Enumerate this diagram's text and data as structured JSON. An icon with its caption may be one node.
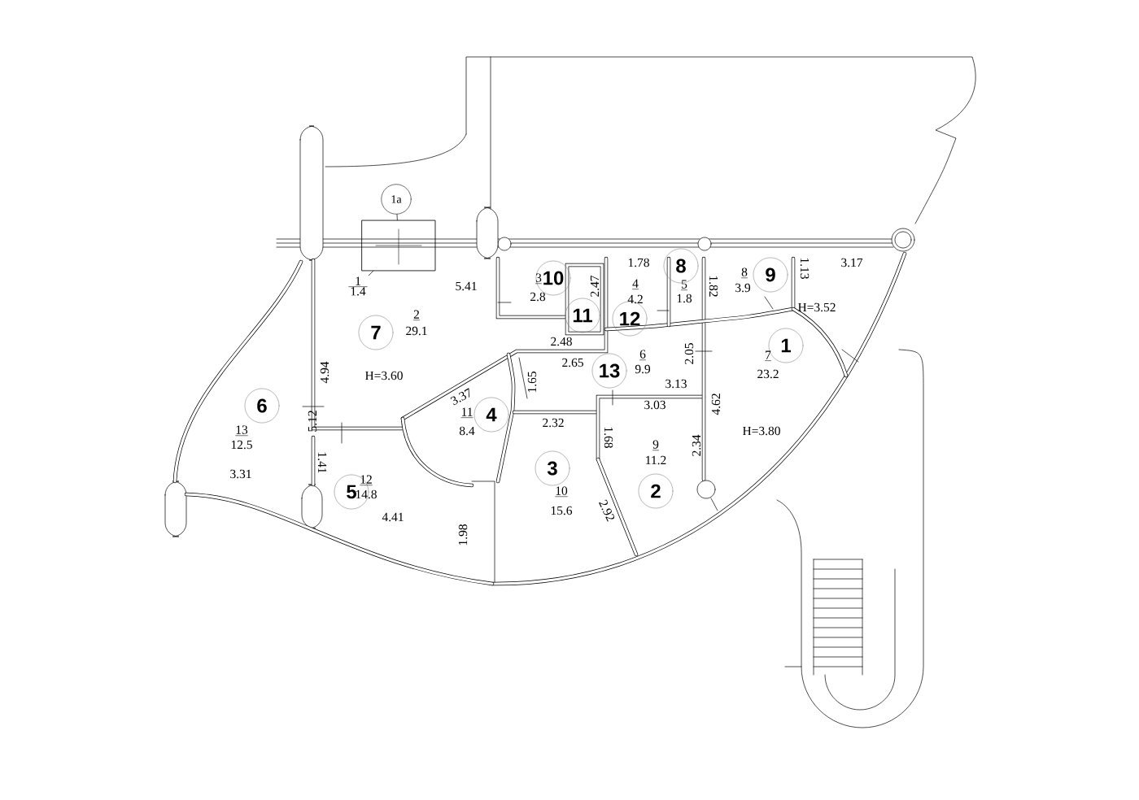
{
  "diagram": {
    "nodes": [
      {
        "text": [
          "1a"
        ]
      },
      {
        "text": [],
        "shape": "box"
      },
      {
        "text": [
          "8"
        ]
      },
      {
        "text": [
          "9"
        ]
      },
      {
        "text": [
          "10"
        ]
      },
      {
        "text": [
          "1",
          "1.4"
        ]
      },
      {
        "text": [
          "11"
        ]
      },
      {
        "text": [
          "12"
        ]
      },
      {
        "text": [
          "7"
        ]
      },
      {
        "text": [
          "1"
        ]
      },
      {
        "text": [
          "13"
        ]
      },
      {
        "text": [
          "6"
        ]
      },
      {
        "text": [
          "4"
        ]
      },
      {
        "text": [
          "3"
        ]
      },
      {
        "text": [
          "2"
        ]
      },
      {
        "text": [
          "5"
        ]
      }
    ],
    "edges": [
      {
        "from": 0,
        "to": 1,
        "arrow": "none"
      },
      {
        "from": 5,
        "to": 1,
        "arrow": "none"
      }
    ],
    "labels": [
      "1.78",
      "3.17",
      "5.41",
      "3",
      "1.13",
      "8",
      "4",
      "5",
      "2.8",
      "2.47",
      "3.9",
      "1.82",
      "4.2",
      "1.8",
      "H=3.52",
      "2",
      "29.1",
      "2.48",
      "7",
      "2.05",
      "6",
      "2.65",
      "23.2",
      "9.9",
      "4.94",
      "H=3.60",
      "1.65",
      "3.13",
      "3.37",
      "3.03",
      "4.62",
      "11",
      "5.12",
      "13",
      "2.32",
      "H=3.80",
      "8.4",
      "1.68",
      "12.5",
      "2.34",
      "9",
      "11.2",
      "1.41",
      "3.31",
      "12",
      "10",
      "14.8",
      "15.6",
      "2.92",
      "4.41",
      "1.98"
    ]
  }
}
